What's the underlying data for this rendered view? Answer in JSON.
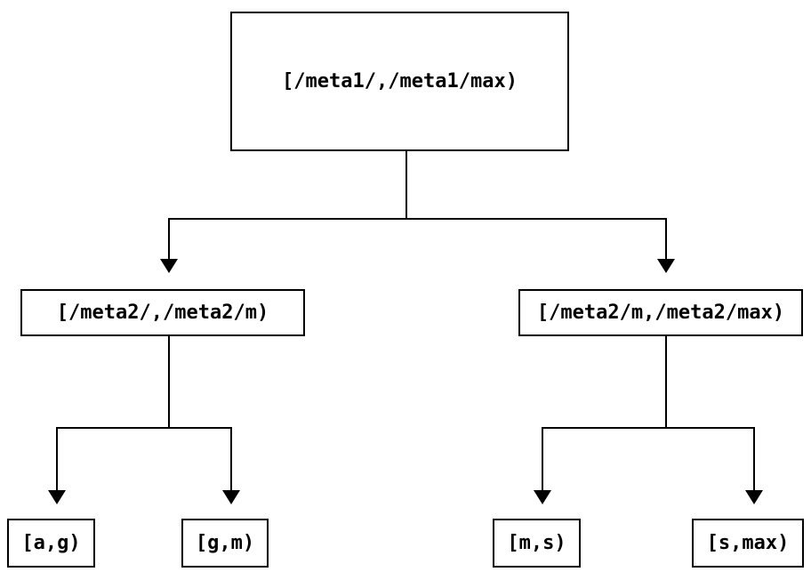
{
  "canvas": {
    "background_color": "#ffffff",
    "line_color": "#000000",
    "text_color": "#000000"
  },
  "diagram": {
    "type": "binary-range-tree",
    "root": {
      "label": "[/meta1/,/meta1/max)"
    },
    "level2": [
      {
        "label": "[/meta2/,/meta2/m)"
      },
      {
        "label": "[/meta2/m,/meta2/max)"
      }
    ],
    "leaves": [
      {
        "label": "[a,g)"
      },
      {
        "label": "[g,m)"
      },
      {
        "label": "[m,s)"
      },
      {
        "label": "[s,max)"
      }
    ]
  }
}
